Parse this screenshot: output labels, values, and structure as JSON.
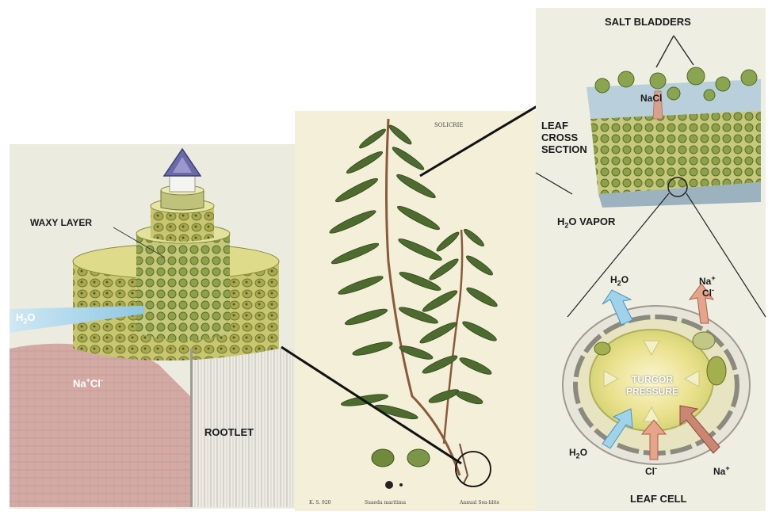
{
  "labels": {
    "salt_bladders": "SALT BLADDERS",
    "nacl_leaf": "NaCl",
    "leaf_cross_line1": "LEAF",
    "leaf_cross_line2": "CROSS",
    "leaf_cross_line3": "SECTION",
    "vapor_h": "H",
    "vapor_2": "2",
    "vapor_rest": "O VAPOR",
    "waxy_layer": "WAXY LAYER",
    "h2o_left_h": "H",
    "h2o_left_2": "2",
    "h2o_left_o": "O",
    "nacl_soil_na": "Na",
    "nacl_soil_plus": "+",
    "nacl_soil_cl": "Cl",
    "nacl_soil_minus": "-",
    "rootlet": "ROOTLET",
    "cell_h2o_top_h": "H",
    "cell_h2o_top_2": "2",
    "cell_h2o_top_o": "O",
    "cell_na_top": "Na",
    "cell_na_top_sup": "+",
    "cell_cl_top": "Cl",
    "cell_cl_top_sup": "-",
    "turgor_line1": "TURGOR",
    "turgor_line2": "PRESSURE",
    "cell_h2o_bottom_h": "H",
    "cell_h2o_bottom_2": "2",
    "cell_h2o_bottom_o": "O",
    "cell_cl_bottom": "Cl",
    "cell_cl_bottom_sup": "-",
    "cell_na_bottom": "Na",
    "cell_na_bottom_sup": "+",
    "leaf_cell": "LEAF CELL",
    "plate_header": "SOLICRIE",
    "plate_footer_1": "K. S. 920",
    "plate_footer_2": "Suaeda maritima",
    "plate_footer_3": "Annual Sea-blite"
  },
  "colors": {
    "paper": "#f3efd8",
    "panel": "#efeedf",
    "leaf": "#4d6b2e",
    "leaf_light": "#7a9146",
    "stem": "#8a5a3a",
    "cell_yellow": "#d8d07a",
    "soil_pink": "#c89a96",
    "water_blue": "#9fd3ec",
    "salt_pink": "#e7a48c",
    "arrow_purple": "#6b6aa8"
  }
}
